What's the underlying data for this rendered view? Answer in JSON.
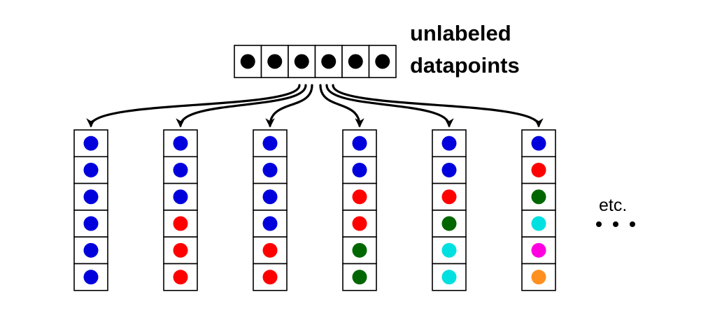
{
  "title_lines": [
    "unlabeled",
    "datapoints"
  ],
  "etc_label": "etc.",
  "colors": {
    "black": "#000000",
    "blue": "#0000dd",
    "red": "#ff0000",
    "green": "#006600",
    "cyan": "#00e0e0",
    "magenta": "#ff00e0",
    "orange": "#ff9020"
  },
  "input_points": [
    "black",
    "black",
    "black",
    "black",
    "black",
    "black"
  ],
  "partitions": [
    [
      "blue",
      "blue",
      "blue",
      "blue",
      "blue",
      "blue"
    ],
    [
      "blue",
      "blue",
      "blue",
      "red",
      "red",
      "red"
    ],
    [
      "blue",
      "blue",
      "blue",
      "blue",
      "red",
      "red"
    ],
    [
      "blue",
      "blue",
      "red",
      "red",
      "green",
      "green"
    ],
    [
      "blue",
      "blue",
      "red",
      "green",
      "cyan",
      "cyan"
    ],
    [
      "blue",
      "red",
      "green",
      "cyan",
      "magenta",
      "orange"
    ]
  ]
}
